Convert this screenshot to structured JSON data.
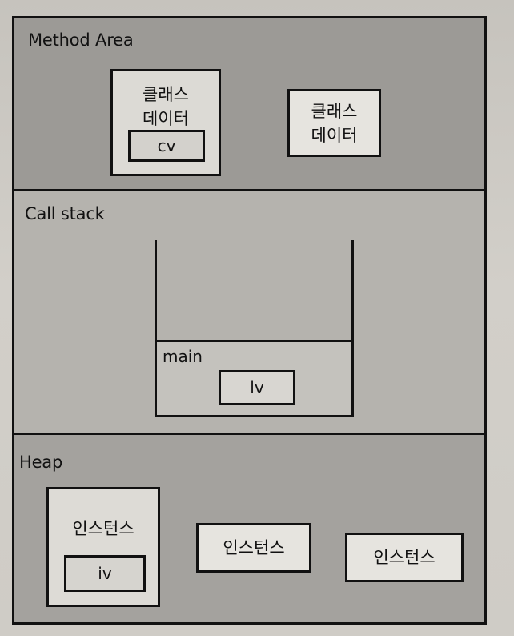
{
  "method_area": {
    "title": "Method Area",
    "class_data_with_var": {
      "label": "클래스\n데이터",
      "var": "cv"
    },
    "class_data": {
      "label": "클래스\n데이터"
    }
  },
  "call_stack": {
    "title": "Call stack",
    "frame": {
      "label": "main",
      "var": "lv"
    }
  },
  "heap": {
    "title": "Heap",
    "instance_with_var": {
      "label": "인스턴스",
      "var": "iv"
    },
    "instances": [
      "인스턴스",
      "인스턴스"
    ]
  }
}
